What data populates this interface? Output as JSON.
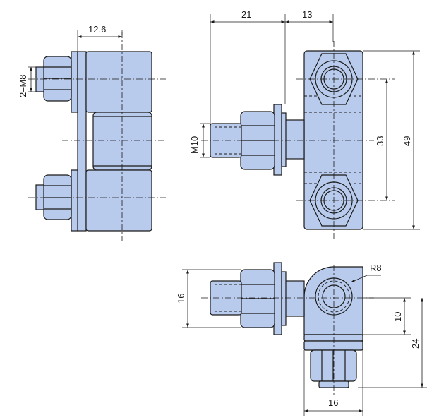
{
  "colors": {
    "part_fill": "#b9cbec",
    "line": "#1a1a1a",
    "background": "#ffffff"
  },
  "dimensions": {
    "bolt_pitch_width": "12.6",
    "bolt_thread": "2–M8",
    "shaft_length": "21",
    "body_offset": "13",
    "shaft_thread": "M10",
    "bolt_spacing": "33",
    "overall_height": "49",
    "corner_radius": "R8",
    "side_height": "16",
    "center_offset": "10",
    "bottom_height": "24",
    "bottom_width": "16"
  }
}
